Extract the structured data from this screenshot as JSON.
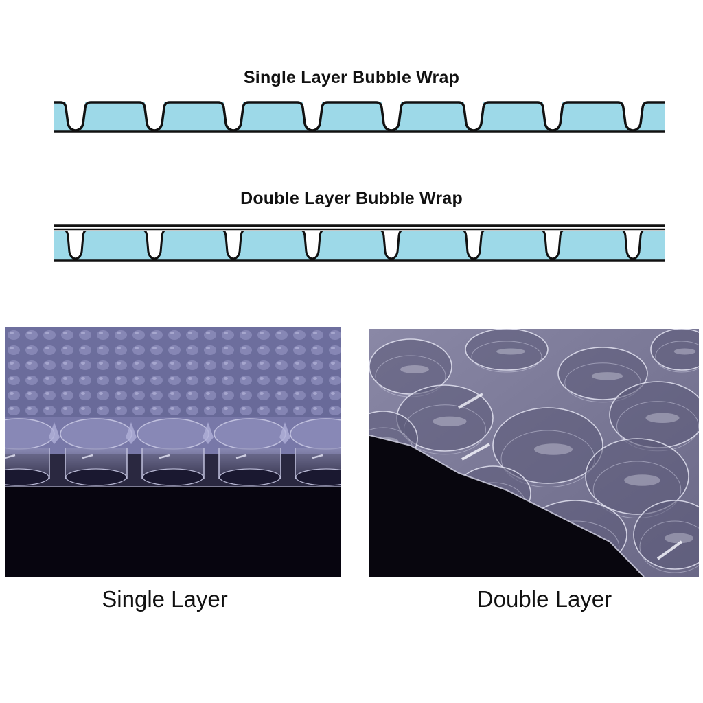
{
  "diagrams": [
    {
      "title": "Single Layer Bubble Wrap",
      "type": "single",
      "fill_color": "#9dd9e8",
      "line_color": "#111111",
      "valley_x": [
        32,
        147,
        262,
        377,
        492,
        612,
        727,
        844
      ]
    },
    {
      "title": "Double Layer Bubble Wrap",
      "type": "double",
      "fill_color": "#9dd9e8",
      "line_color": "#111111",
      "valley_x": [
        32,
        147,
        262,
        377,
        492,
        612,
        727,
        844
      ]
    }
  ],
  "photos": [
    {
      "caption": "Single Layer",
      "alt": "single-layer-bubble-wrap-photo"
    },
    {
      "caption": "Double Layer",
      "alt": "double-layer-bubble-wrap-photo"
    }
  ]
}
